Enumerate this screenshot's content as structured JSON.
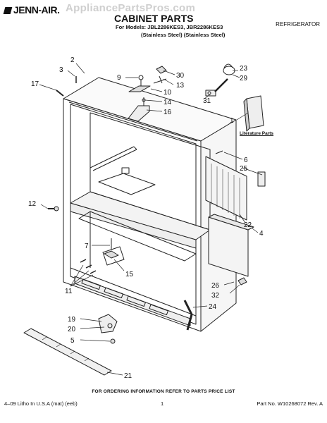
{
  "header": {
    "brand": "JENN-AIR.",
    "watermark": "AppliancePartsPros.com",
    "title": "CABINET PARTS",
    "models_line": "For Models: JBL2286KES3, JBR2286KES3",
    "variants_line": "(Stainless Steel) (Stainless Steel)",
    "category": "REFRIGERATOR"
  },
  "diagram": {
    "literature_label": "Literature Parts",
    "callouts": [
      "1",
      "2",
      "3",
      "4",
      "5",
      "6",
      "7",
      "9",
      "10",
      "11",
      "12",
      "13",
      "14",
      "15",
      "16",
      "17",
      "19",
      "20",
      "21",
      "22",
      "23",
      "24",
      "25",
      "26",
      "29",
      "30",
      "31",
      "32"
    ]
  },
  "footer": {
    "note": "FOR ORDERING INFORMATION REFER TO PARTS PRICE LIST",
    "left": "4–09 Litho In U.S.A (mat) (eeb)",
    "page": "1",
    "right": "Part No. W10268072 Rev. A"
  }
}
